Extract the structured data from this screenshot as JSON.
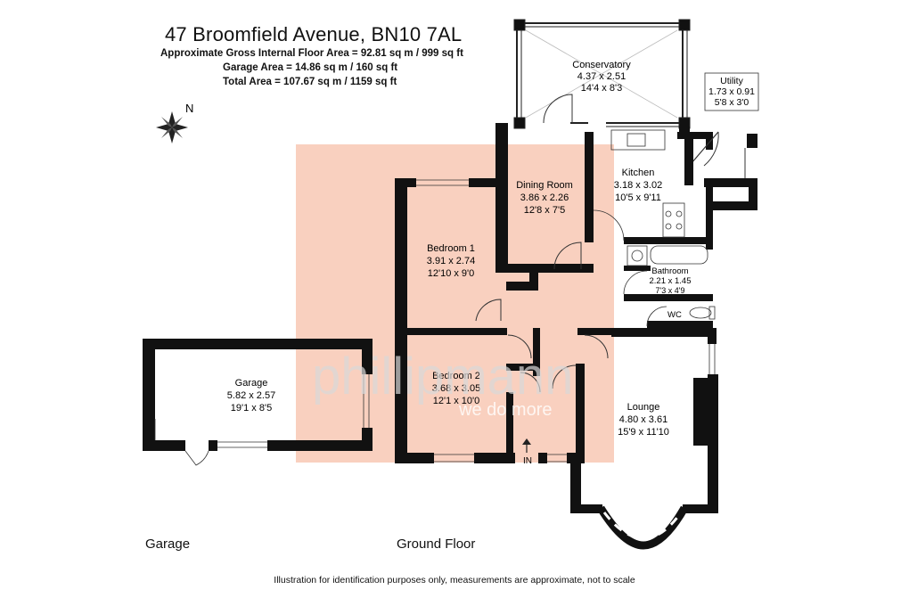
{
  "header": {
    "title": "47 Broomfield Avenue, BN10 7AL",
    "line1": "Approximate Gross Internal Floor Area = 92.81 sq m / 999 sq ft",
    "line2": "Garage Area = 14.86 sq m / 160 sq ft",
    "line3": "Total Area = 107.67 sq m / 1159 sq ft"
  },
  "compass": {
    "label": "N"
  },
  "rooms": {
    "conservatory": {
      "name": "Conservatory",
      "metric": "4.37 x 2.51",
      "imperial": "14'4 x 8'3"
    },
    "utility": {
      "name": "Utility",
      "metric": "1.73 x 0.91",
      "imperial": "5'8 x 3'0"
    },
    "kitchen": {
      "name": "Kitchen",
      "metric": "3.18 x 3.02",
      "imperial": "10'5 x 9'11"
    },
    "dining": {
      "name": "Dining Room",
      "metric": "3.86 x 2.26",
      "imperial": "12'8 x 7'5"
    },
    "bedroom1": {
      "name": "Bedroom 1",
      "metric": "3.91 x 2.74",
      "imperial": "12'10 x 9'0"
    },
    "bathroom": {
      "name": "Bathroom",
      "metric": "2.21 x 1.45",
      "imperial": "7'3 x 4'9"
    },
    "wc": {
      "name": "WC"
    },
    "garage": {
      "name": "Garage",
      "metric": "5.82 x 2.57",
      "imperial": "19'1 x 8'5"
    },
    "bedroom2": {
      "name": "Bedroom 2",
      "metric": "3.68 x 3.05",
      "imperial": "12'1 x 10'0"
    },
    "lounge": {
      "name": "Lounge",
      "metric": "4.80 x 3.61",
      "imperial": "15'9 x 11'10"
    }
  },
  "entrance": {
    "label": "IN"
  },
  "watermark": {
    "brand": "phillipmann",
    "tagline": "we do more",
    "color": "#f4a98a"
  },
  "floors": {
    "garage": "Garage",
    "ground": "Ground Floor"
  },
  "disclaimer": "Illustration for identification purposes only, measurements are approximate, not to scale"
}
